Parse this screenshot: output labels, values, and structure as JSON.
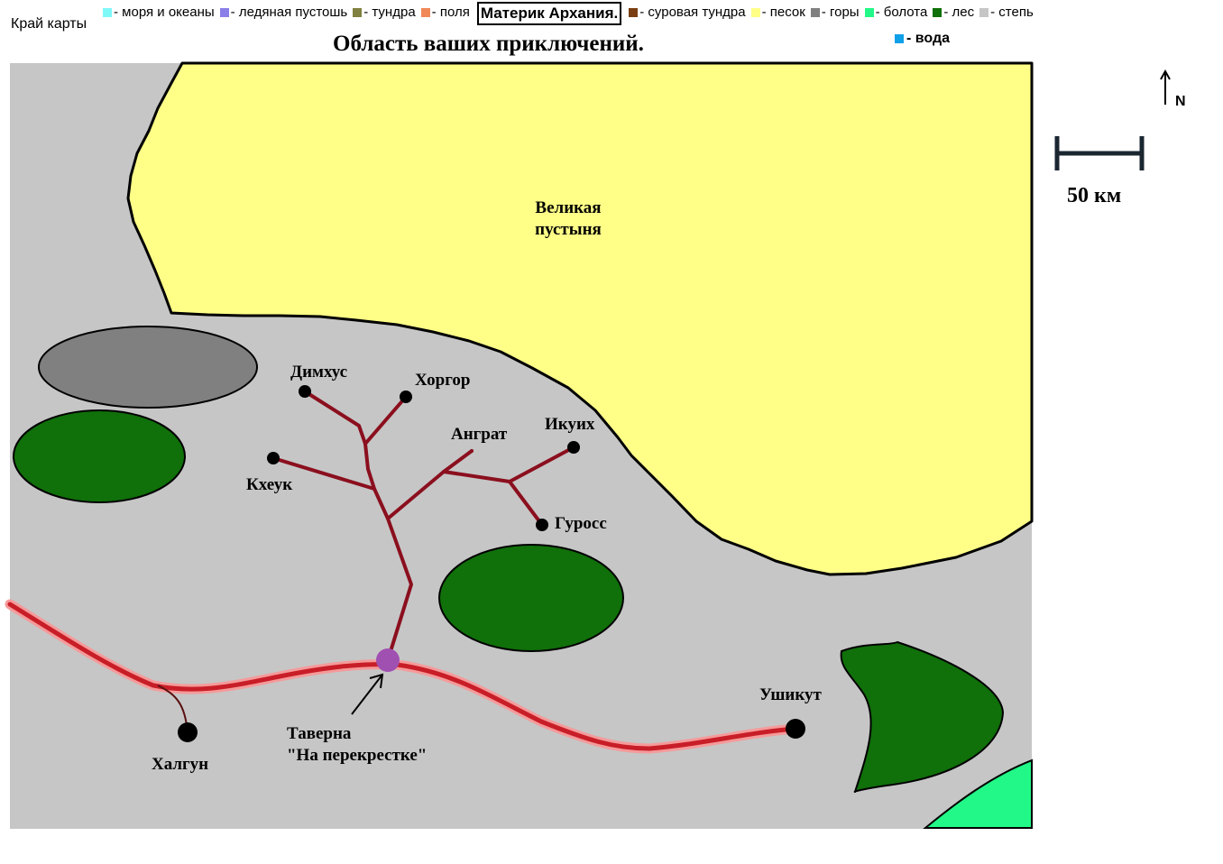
{
  "header": {
    "map_edge_label": "Край карты",
    "continent_label": "Материк Архания.",
    "title": "Область ваших приключений."
  },
  "legend": [
    {
      "color": "#7FF8F8",
      "label": "- моря и океаны"
    },
    {
      "color": "#8A7FE8",
      "label": "- ледяная пустошь"
    },
    {
      "color": "#808040",
      "label": "- тундра"
    },
    {
      "color": "#F08858",
      "label": "- поля"
    },
    {
      "color": "#7A3E10",
      "label": "- суровая тундра"
    },
    {
      "color": "#FFFF88",
      "label": "- песок"
    },
    {
      "color": "#808080",
      "label": "- горы"
    },
    {
      "color": "#22F888",
      "label": "- болота"
    },
    {
      "color": "#10700A",
      "label": "- лес"
    },
    {
      "color": "#C6C6C6",
      "label": "- степь"
    }
  ],
  "legend_water": {
    "color": "#10A0E8",
    "label": "- вода"
  },
  "map": {
    "desert_label_1": "Великая",
    "desert_label_2": "пустыня",
    "cities": {
      "dimkhus": "Димхус",
      "khorgor": "Хоргор",
      "angrat": "Анграт",
      "ikuikh": "Икуих",
      "kkheuk": "Кхеук",
      "guross": "Гуросс",
      "khalgun": "Халгун",
      "ushikut": "Ушикут"
    },
    "tavern_line_1": "Таверна",
    "tavern_line_2": "\"На перекрестке\"",
    "scale": "50 км",
    "north": "N",
    "colors": {
      "steppe": "#C6C6C6",
      "sand": "#FFFF88",
      "mountain": "#808080",
      "forest": "#10700A",
      "swamp": "#22F888",
      "road": "#8B0F1E",
      "main_road": "#C81E28",
      "main_road_glow": "#F59A9A",
      "tavern": "#A050B0"
    }
  }
}
